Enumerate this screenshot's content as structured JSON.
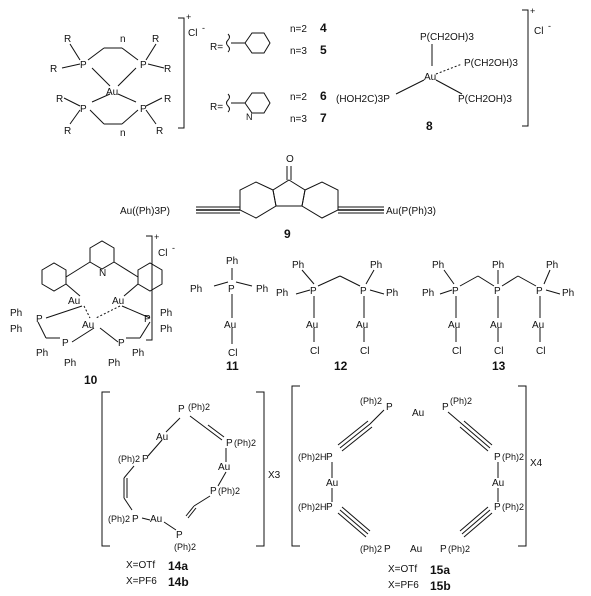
{
  "labels": {
    "R": "R",
    "n": "n",
    "P": "P",
    "Au": "Au",
    "N": "N",
    "O": "O",
    "Ph": "Ph",
    "Cl": "Cl",
    "Cl_minus": "Cl",
    "plus": "+",
    "R_eq": "R=",
    "n2": "n=2",
    "n3": "n=3",
    "P_CH2OH_3": "P(CH2OH)3",
    "HOH2C_3P": "(HOH2C)3P",
    "Au_Ph3_3P": "Au((Ph)3P)",
    "Au_P_Ph_3": "Au(P(Ph)3)",
    "Ph2": "(Ph)2",
    "Ph2H": "(Ph)2H",
    "X3": "X3",
    "X4": "X4",
    "X_OTf": "X=OTf",
    "X_PF6": "X=PF6"
  },
  "compounds": {
    "c4": "4",
    "c5": "5",
    "c6": "6",
    "c7": "7",
    "c8": "8",
    "c9": "9",
    "c10": "10",
    "c11": "11",
    "c12": "12",
    "c13": "13",
    "c14a": "14a",
    "c14b": "14b",
    "c15a": "15a",
    "c15b": "15b"
  },
  "colors": {
    "ink": "#111111",
    "background": "#ffffff"
  }
}
